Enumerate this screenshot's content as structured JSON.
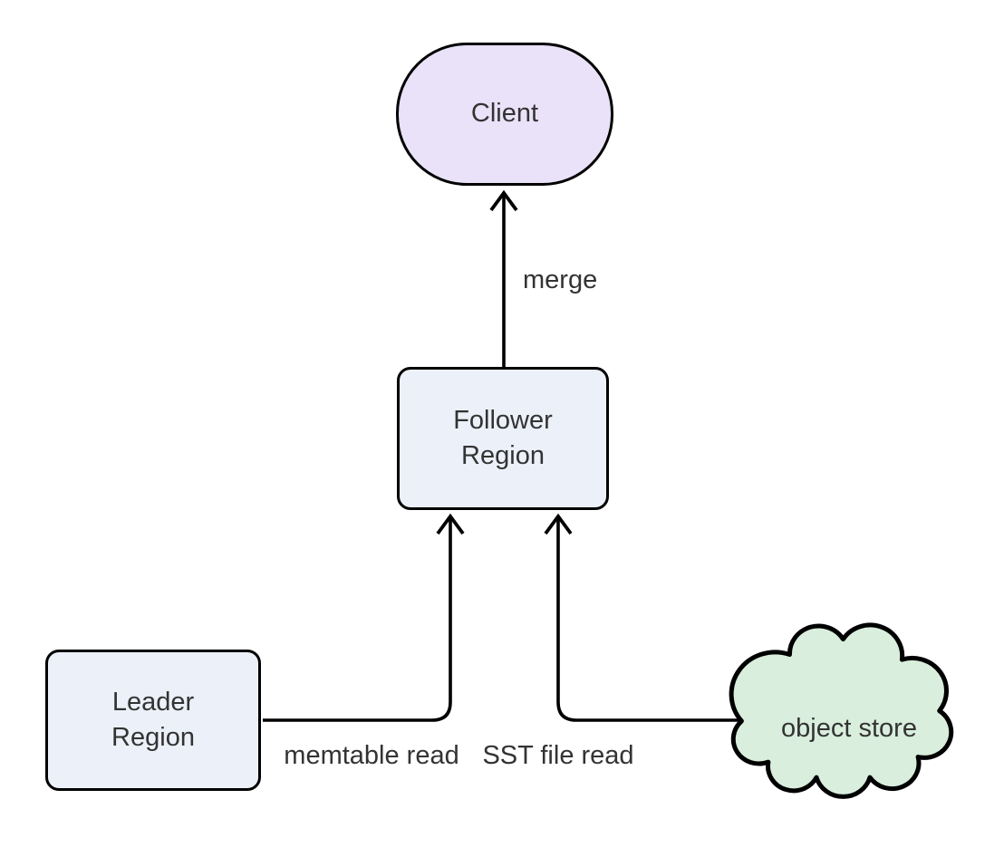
{
  "diagram": {
    "type": "flowchart",
    "direction": "bottom-up",
    "nodes": {
      "client": {
        "label": "Client",
        "shape": "stadium",
        "fill": "#e9e2f8"
      },
      "follower": {
        "label": "Follower Region",
        "shape": "rounded-rect",
        "fill": "#ecf1f9"
      },
      "leader": {
        "label": "Leader Region",
        "shape": "rounded-rect",
        "fill": "#ecf1f9"
      },
      "object_store": {
        "label": "object store",
        "shape": "cloud",
        "fill": "#d9eedd"
      }
    },
    "edges": [
      {
        "from": "Follower Region",
        "to": "Client",
        "label": "merge"
      },
      {
        "from": "Leader Region",
        "to": "Follower Region",
        "label": "memtable read"
      },
      {
        "from": "object store",
        "to": "Follower Region",
        "label": "SST file read"
      }
    ],
    "colors": {
      "background": "#ffffff",
      "stroke": "#000000",
      "text": "#333333",
      "client_fill": "#e9e2f8",
      "region_fill": "#ecf1f9",
      "cloud_fill": "#d9eedd"
    }
  }
}
